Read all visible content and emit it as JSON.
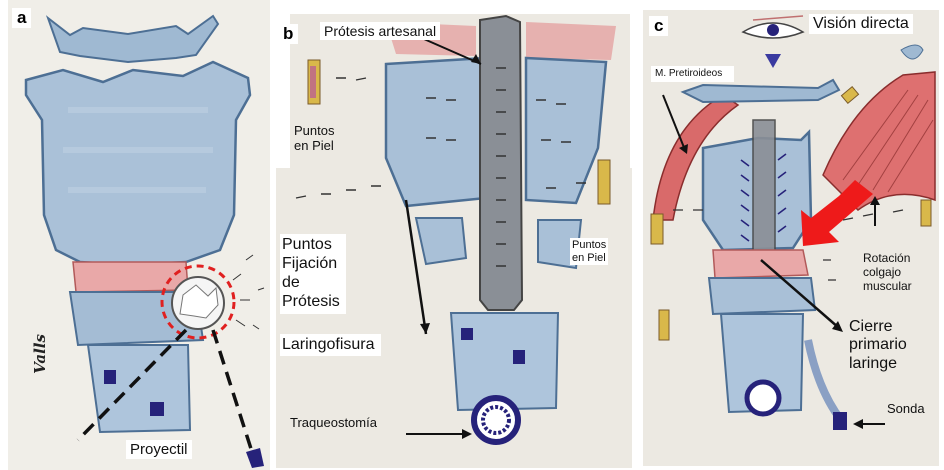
{
  "panels": {
    "a": {
      "letter": "a",
      "projectile_label": "Proyectil",
      "signature": "Valls"
    },
    "b": {
      "letter": "b",
      "prosthesis_label": "Prótesis artesanal",
      "skin_points_left": "Puntos\nen Piel",
      "skin_points_right": "Puntos\nen Piel",
      "fixation_points": "Puntos\nFijación\nde\nPrótesis",
      "laryngofissure": "Laringofisura",
      "tracheostomy": "Traqueostomía"
    },
    "c": {
      "letter": "c",
      "direct_view": "Visión directa",
      "prethyroid_muscles": "M. Pretiroideos",
      "flap_rotation": "Rotación\ncolgajo\nmuscular",
      "primary_closure": "Cierre\nprimario\nlaringe",
      "tube": "Sonda"
    }
  },
  "colors": {
    "cartilage_blue": "#9fb9d2",
    "cartilage_stroke": "#4d6f94",
    "muscle_red": "#d96a6a",
    "annotation_red": "#e02020",
    "arrow_red": "#ee1a1a",
    "suture_purple": "#26227a",
    "prosthesis_gray": "#8a8f96"
  }
}
